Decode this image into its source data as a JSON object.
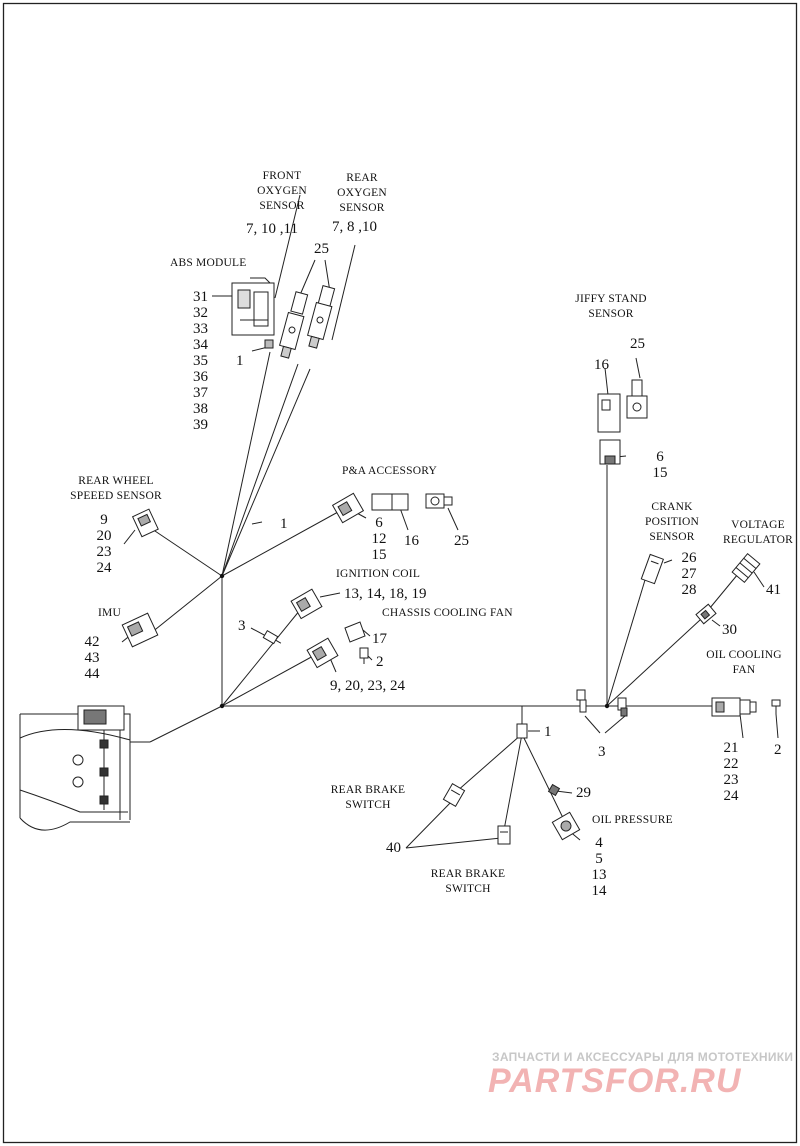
{
  "labels": {
    "front_oxygen": "FRONT\nOXYGEN\nSENSOR",
    "front_oxygen_nums": "7, 10 ,11",
    "rear_oxygen": "REAR\nOXYGEN\nSENSOR",
    "rear_oxygen_nums": "7, 8 ,10",
    "oxygen_25": "25",
    "abs_module": "ABS MODULE",
    "abs_nums": "31\n32\n33\n34\n35\n36\n37\n38\n39",
    "abs_1": "1",
    "jiffy": "JIFFY STAND\nSENSOR",
    "jiffy_16": "16",
    "jiffy_25": "25",
    "jiffy_nums": "6\n15",
    "rear_wheel": "REAR WHEEL\nSPEEED SENSOR",
    "rear_wheel_nums": "9\n20\n23\n24",
    "pa_accessory": "P&A ACCESSORY",
    "pa_nums": "6\n12\n15",
    "pa_16": "16",
    "pa_25": "25",
    "wire_1": "1",
    "crank": "CRANK\nPOSITION\nSENSOR",
    "crank_nums": "26\n27\n28",
    "voltage": "VOLTAGE\nREGULATOR",
    "voltage_41": "41",
    "voltage_30": "30",
    "ignition": "IGNITION COIL",
    "ignition_nums": "13, 14, 18, 19",
    "chassis_fan": "CHASSIS COOLING FAN",
    "chassis_17": "17",
    "chassis_2": "2",
    "chassis_3": "3",
    "fan_nums": "9, 20, 23, 24",
    "imu": "IMU",
    "imu_nums": "42\n43\n44",
    "oil_fan": "OIL COOLING\nFAN",
    "oil_fan_2": "2",
    "oil_fan_nums": "21\n22\n23\n24",
    "ground_3": "3",
    "junction_1": "1",
    "rear_brake_1": "REAR BRAKE\nSWITCH",
    "rear_brake_2": "REAR BRAKE\nSWITCH",
    "brake_40": "40",
    "oil_29": "29",
    "oil_pressure": "OIL PRESSURE",
    "oil_pressure_nums": "4\n5\n13\n14"
  },
  "watermark": {
    "line1": "ЗАПЧАСТИ И АКСЕССУАРЫ ДЛЯ МОТОТЕХНИКИ",
    "line2": "PARTSFOR.RU"
  }
}
